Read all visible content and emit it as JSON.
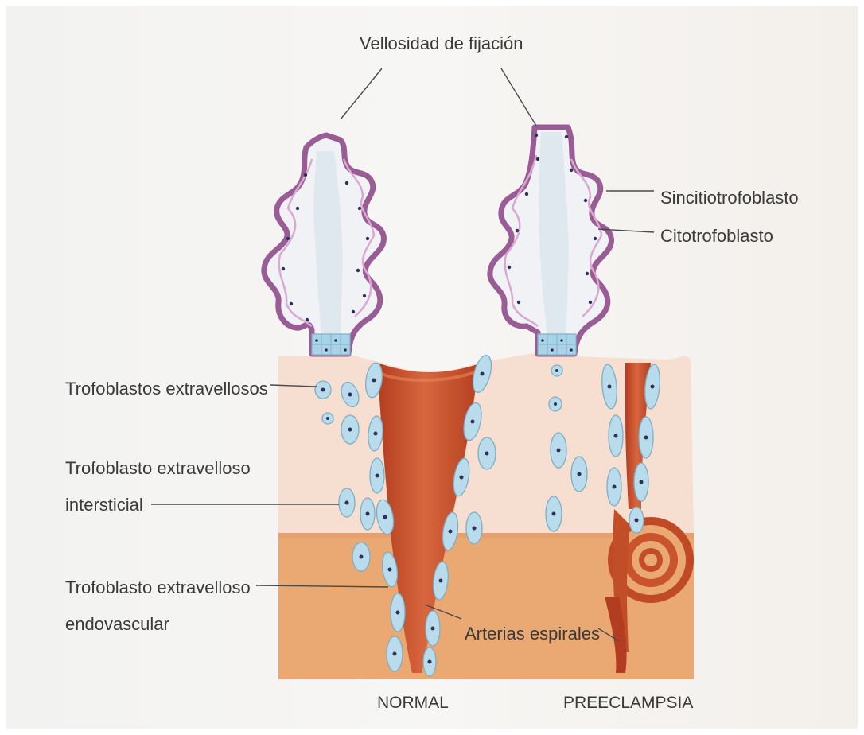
{
  "labels": {
    "anchoring_villus": "Vellosidad de fijación",
    "syncytiotrophoblast": "Sincitiotrofoblasto",
    "cytotrophoblast": "Citotrofoblasto",
    "extravillous": "Trofoblastos extravellosos",
    "interstitial_line1": "Trofoblasto extravelloso",
    "interstitial_line2": "intersticial",
    "endovascular_line1": "Trofoblasto extravelloso",
    "endovascular_line2": "endovascular",
    "spiral_arteries": "Arterias espirales",
    "normal": "NORMAL",
    "preeclampsia": "PREECLAMPSIA"
  },
  "colors": {
    "background": "#f7f5f3",
    "decidua": "#f6ded0",
    "myometrium": "#eaa872",
    "artery": "#cc5a35",
    "artery_dark": "#a8331b",
    "villus_border": "#9a5c94",
    "trophoblast_cell": "#b8dcec"
  }
}
